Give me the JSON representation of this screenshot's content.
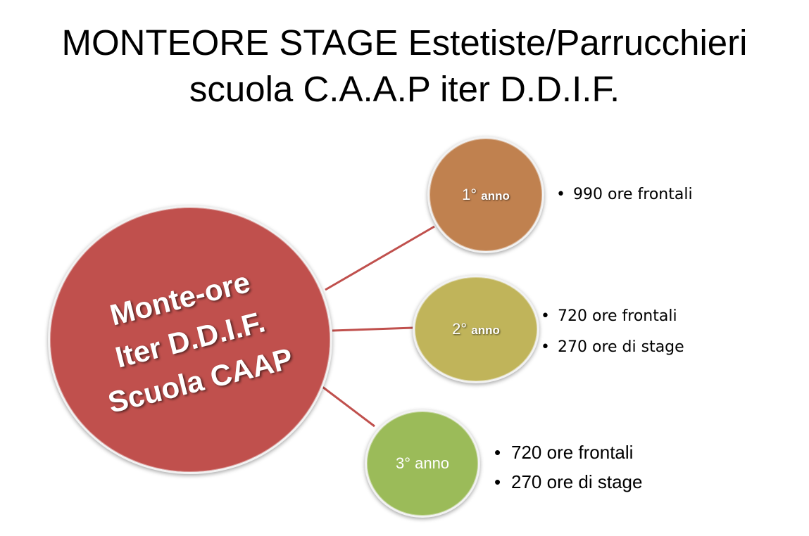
{
  "slide": {
    "title_line1": "MONTEORE STAGE Estetiste/Parrucchieri",
    "title_line2": "scuola C.A.A.P iter D.D.I.F."
  },
  "center": {
    "lines": [
      "Monte-ore",
      "Iter  D.D.I.F.",
      "Scuola CAAP"
    ],
    "color": "#c0504d"
  },
  "years": [
    {
      "number": "1°",
      "word": "anno",
      "color": "#c0814f",
      "items": [
        "990 ore frontali"
      ]
    },
    {
      "number": "2°",
      "word": "anno",
      "color": "#c0b45a",
      "items": [
        "720 ore frontali",
        "270 ore di stage"
      ]
    },
    {
      "number": "3° anno",
      "color": "#9bbb59",
      "items": [
        "720 ore frontali",
        "270 ore di stage"
      ]
    }
  ],
  "connector_color": "#c0504d"
}
